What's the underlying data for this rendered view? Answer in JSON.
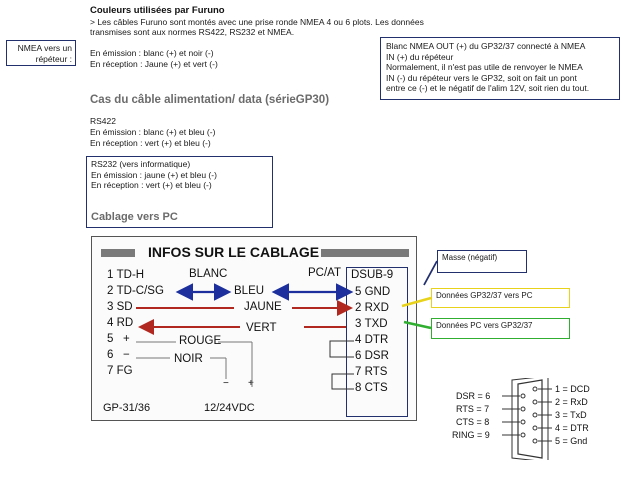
{
  "header": {
    "title": "Couleurs utilisées par Furuno",
    "intro": [
      "> Les câbles Furuno sont montés avec une prise ronde NMEA 4 ou 6 plots. Les données",
      "transmises sont aux normes RS422, RS232 et NMEA."
    ]
  },
  "nmea": {
    "side_label": [
      "NMEA vers un",
      "répéteur :"
    ],
    "emission": "En émission : blanc (+) et noir (-)",
    "reception": "En réception : Jaune (+) et vert (-)",
    "note": [
      "Blanc NMEA OUT (+) du GP32/37 connecté à NMEA",
      "IN (+) du répéteur",
      "Normalement, il n'est pas utile de renvoyer le NMEA",
      "IN (-) du répéteur vers le GP32, soit on fait un pont",
      "entre ce (-) et le négatif de l'alim 12V, soit rien du tout."
    ]
  },
  "power_section": {
    "title": "Cas du câble alimentation/ data (sérieGP30)",
    "rs422_title": "RS422",
    "rs422_emission": "En émission : blanc (+) et bleu (-)",
    "rs422_reception": "En réception : vert (+) et bleu (-)",
    "rs232_title": "RS232 (vers informatique)",
    "rs232_emission": "En émission : jaune (+) et bleu (-)",
    "rs232_reception": "En réception : vert (+) et bleu (-)",
    "cabling_title": "Cablage vers PC"
  },
  "panel": {
    "title": "INFOS SUR LE CABLAGE",
    "pc_label": "PC/AT",
    "dsub_label": "DSUB-9",
    "left_pins": [
      {
        "num": "1",
        "name": "TD-H"
      },
      {
        "num": "2",
        "name": "TD-C/SG"
      },
      {
        "num": "3",
        "name": "SD"
      },
      {
        "num": "4",
        "name": "RD"
      },
      {
        "num": "5",
        "name": "+"
      },
      {
        "num": "6",
        "name": "−"
      },
      {
        "num": "7",
        "name": "FG"
      }
    ],
    "right_pins": [
      {
        "num": "5",
        "name": "GND"
      },
      {
        "num": "2",
        "name": "RXD"
      },
      {
        "num": "3",
        "name": "TXD"
      },
      {
        "num": "4",
        "name": "DTR"
      },
      {
        "num": "6",
        "name": "DSR"
      },
      {
        "num": "7",
        "name": "RTS"
      },
      {
        "num": "8",
        "name": "CTS"
      }
    ],
    "wire_labels": {
      "blanc": "BLANC",
      "bleu": "BLEU",
      "jaune": "JAUNE",
      "vert": "VERT",
      "rouge": "ROUGE",
      "noir": "NOIR",
      "minus": "−",
      "plus": "+"
    },
    "model": "GP-31/36",
    "voltage": "12/24VDC"
  },
  "callouts": {
    "masse": "Masse (négatif)",
    "gp_to_pc": "Données GP32/37 vers PC",
    "pc_to_gp": "Données PC vers GP32/37"
  },
  "db9": {
    "left": [
      {
        "label": "DSR",
        "num": "6"
      },
      {
        "label": "RTS",
        "num": "7"
      },
      {
        "label": "CTS",
        "num": "8"
      },
      {
        "label": "RING",
        "num": "9"
      }
    ],
    "right": [
      {
        "num": "1",
        "label": "DCD"
      },
      {
        "num": "2",
        "label": "RxD"
      },
      {
        "num": "3",
        "label": "TxD"
      },
      {
        "num": "4",
        "label": "DTR"
      },
      {
        "num": "5",
        "label": "Gnd"
      }
    ]
  },
  "colors": {
    "box_border": "#23306e",
    "arrow_blue": "#1c2f9c",
    "arrow_red": "#b0281f",
    "callout_yellow": "#e8d21a",
    "callout_green": "#2fae2f"
  }
}
